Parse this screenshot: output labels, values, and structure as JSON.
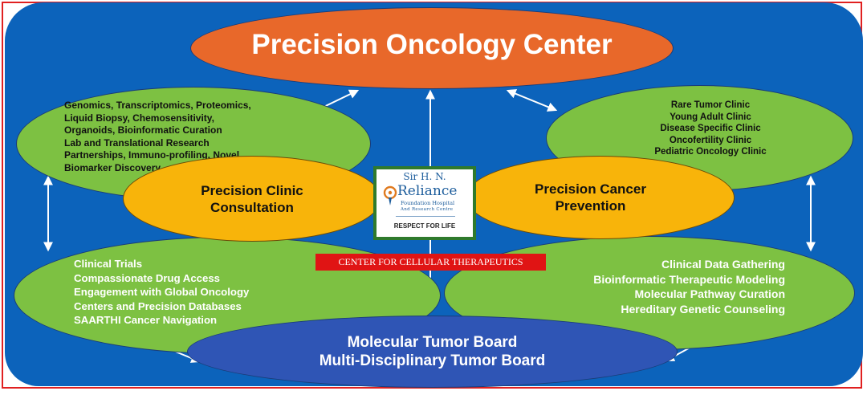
{
  "title": "Precision Oncology Center",
  "research_services": [
    "Genomics, Transcriptomics, Proteomics,",
    "Liquid Biopsy, Chemosensitivity,",
    "Organoids, Bioinformatic Curation",
    "Lab and Translational Research",
    "Partnerships, Immuno-profiling, Novel",
    "Biomarker Discovery"
  ],
  "clinics": [
    "Rare Tumor Clinic",
    "Young Adult Clinic",
    "Disease Specific Clinic",
    "Oncofertility Clinic",
    "Pediatric Oncology Clinic"
  ],
  "precision_clinic_consultation": [
    "Precision Clinic",
    "Consultation"
  ],
  "precision_cancer_prevention": [
    "Precision Cancer",
    "Prevention"
  ],
  "access_programs": [
    "Clinical Trials",
    "Compassionate Drug Access",
    "Engagement with Global Oncology",
    "Centers and Precision Databases",
    "SAARTHI Cancer Navigation"
  ],
  "data_services": [
    "Clinical Data Gathering",
    "Bioinformatic Therapeutic Modeling",
    "Molecular Pathway Curation",
    "Hereditary Genetic Counseling"
  ],
  "tumor_boards": [
    "Molecular Tumor Board",
    "Multi-Disciplinary Tumor Board"
  ],
  "logo": {
    "line1": "Sir H. N.",
    "name": "Reliance",
    "sub1": "Foundation Hospital",
    "sub2": "And Research Centre",
    "tagline": "RESPECT FOR LIFE"
  },
  "center_label": "CENTER FOR CELLULAR THERAPEUTICS",
  "colors": {
    "panel": "#0c63bb",
    "title_ellipse": "#e8682a",
    "green_ellipse": "#7dc142",
    "orange_ellipse": "#f8b40a",
    "board_ellipse": "#2f55b5",
    "label_red": "#e01414",
    "logo_green": "#2f7a2c"
  }
}
